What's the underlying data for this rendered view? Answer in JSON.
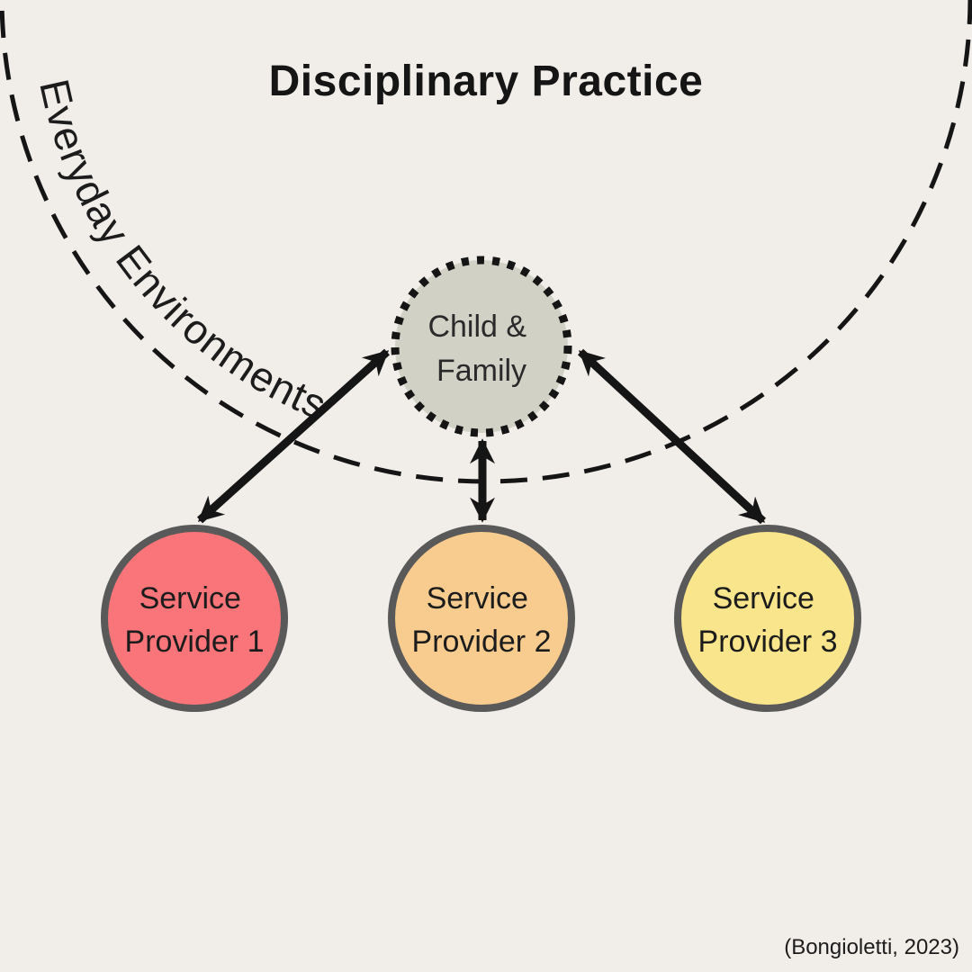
{
  "title": "Disciplinary Practice",
  "arc_label": "Everyday Environments",
  "attribution": "(Bongioletti, 2023)",
  "colors": {
    "background": "#F1EEE9",
    "line": "#151515",
    "text": "#1C1C1C",
    "node_border": "#595959",
    "child_fill": "#D1D1C6",
    "sp1_fill": "#F9757A",
    "sp2_fill": "#F7CC8E",
    "sp3_fill": "#F9E58B"
  },
  "nodes": {
    "child": {
      "lines": [
        "Child &",
        "Family"
      ]
    },
    "sp1": {
      "lines": [
        "Service",
        "Provider 1"
      ]
    },
    "sp2": {
      "lines": [
        "Service",
        "Provider 2"
      ]
    },
    "sp3": {
      "lines": [
        "Service",
        "Provider 3"
      ]
    }
  }
}
